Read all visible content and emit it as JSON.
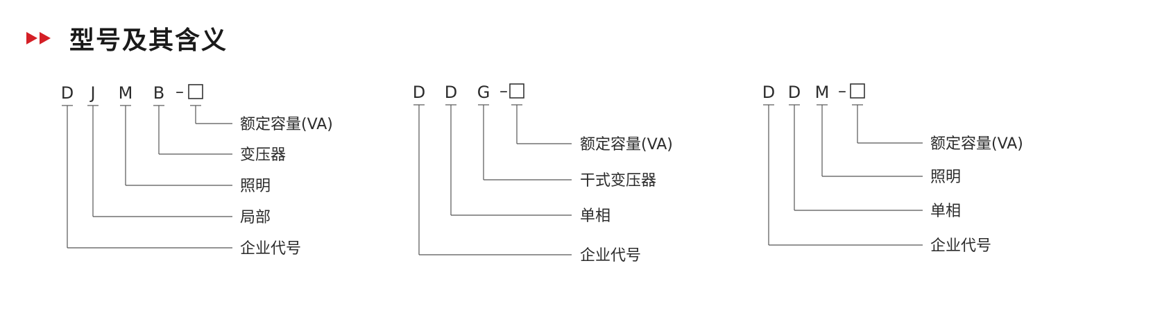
{
  "header": {
    "title": "型号及其含义",
    "icon": "double-play-arrow-icon",
    "accent_color": "#d41f26"
  },
  "diagrams": [
    {
      "codes": [
        "D",
        "J",
        "M",
        "B"
      ],
      "separator": "–",
      "placeholder": "□",
      "meanings": [
        "额定容量(VA)",
        "变压器",
        "照明",
        "局部",
        "企业代号"
      ]
    },
    {
      "codes": [
        "D",
        "D",
        "G"
      ],
      "separator": "–",
      "placeholder": "□",
      "meanings": [
        "额定容量(VA)",
        "干式变压器",
        "单相",
        "企业代号"
      ]
    },
    {
      "codes": [
        "D",
        "D",
        "M"
      ],
      "separator": "–",
      "placeholder": "□",
      "meanings": [
        "额定容量(VA)",
        "照明",
        "单相",
        "企业代号"
      ]
    }
  ]
}
